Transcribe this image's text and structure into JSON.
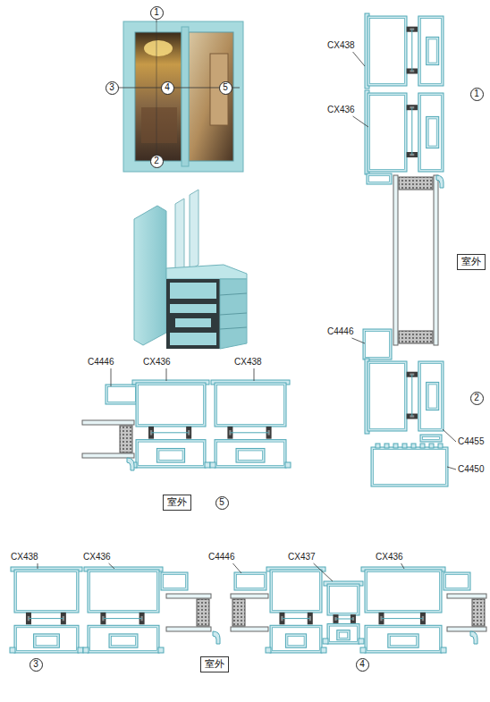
{
  "diagram": {
    "nodes": [
      {
        "text": [
          "1"
        ]
      },
      {
        "text": [
          "3"
        ]
      },
      {
        "text": [
          "4"
        ]
      },
      {
        "text": [
          "5"
        ]
      },
      {
        "text": [
          "2"
        ]
      },
      {
        "text": [
          "1"
        ]
      },
      {
        "text": [
          "室外"
        ]
      },
      {
        "text": [
          "2"
        ]
      },
      {
        "text": [
          "室外"
        ]
      },
      {
        "text": [
          "5"
        ]
      },
      {
        "text": [
          "3"
        ]
      },
      {
        "text": [
          "室外"
        ]
      },
      {
        "text": [
          "4"
        ]
      }
    ],
    "labels": [
      "CX438",
      "CX436",
      "C4446",
      "C4455",
      "C4450",
      "C4446",
      "CX436",
      "CX438",
      "CX438",
      "CX436",
      "C4446",
      "CX437",
      "CX436"
    ]
  }
}
